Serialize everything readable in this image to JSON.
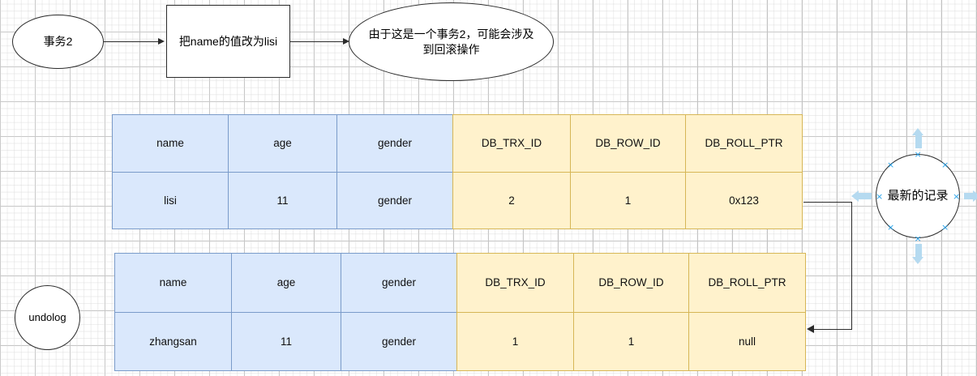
{
  "flow": {
    "start_node": "事务2",
    "action_node": "把name的值改为lisi",
    "note_node": "由于这是一个事务2，可能会涉及到回滚操作",
    "undolog_node": "undolog",
    "latest_record_node": "最新的记录"
  },
  "tables": [
    {
      "id": "current-record-table",
      "headers": [
        "name",
        "age",
        "gender",
        "DB_TRX_ID",
        "DB_ROW_ID",
        "DB_ROLL_PTR"
      ],
      "row": [
        "lisi",
        "11",
        "gender",
        "2",
        "1",
        "0x123"
      ]
    },
    {
      "id": "undolog-record-table",
      "headers": [
        "name",
        "age",
        "gender",
        "DB_TRX_ID",
        "DB_ROW_ID",
        "DB_ROLL_PTR"
      ],
      "row": [
        "zhangsan",
        "11",
        "gender",
        "1",
        "1",
        "null"
      ]
    }
  ],
  "colors": {
    "blue_fill": "#dae8fc",
    "blue_border": "#7a9bc9",
    "yellow_fill": "#fff2cc",
    "yellow_border": "#d6b656",
    "shape_stroke": "#2b2b2b",
    "selection_accent": "#29a3ea",
    "selection_arrow": "#b5daf0",
    "canvas_background": "#ffffff"
  },
  "selection": {
    "handle_glyph": "×",
    "handle_count": 8,
    "direction_arrows": [
      "up",
      "right",
      "down",
      "left"
    ]
  }
}
